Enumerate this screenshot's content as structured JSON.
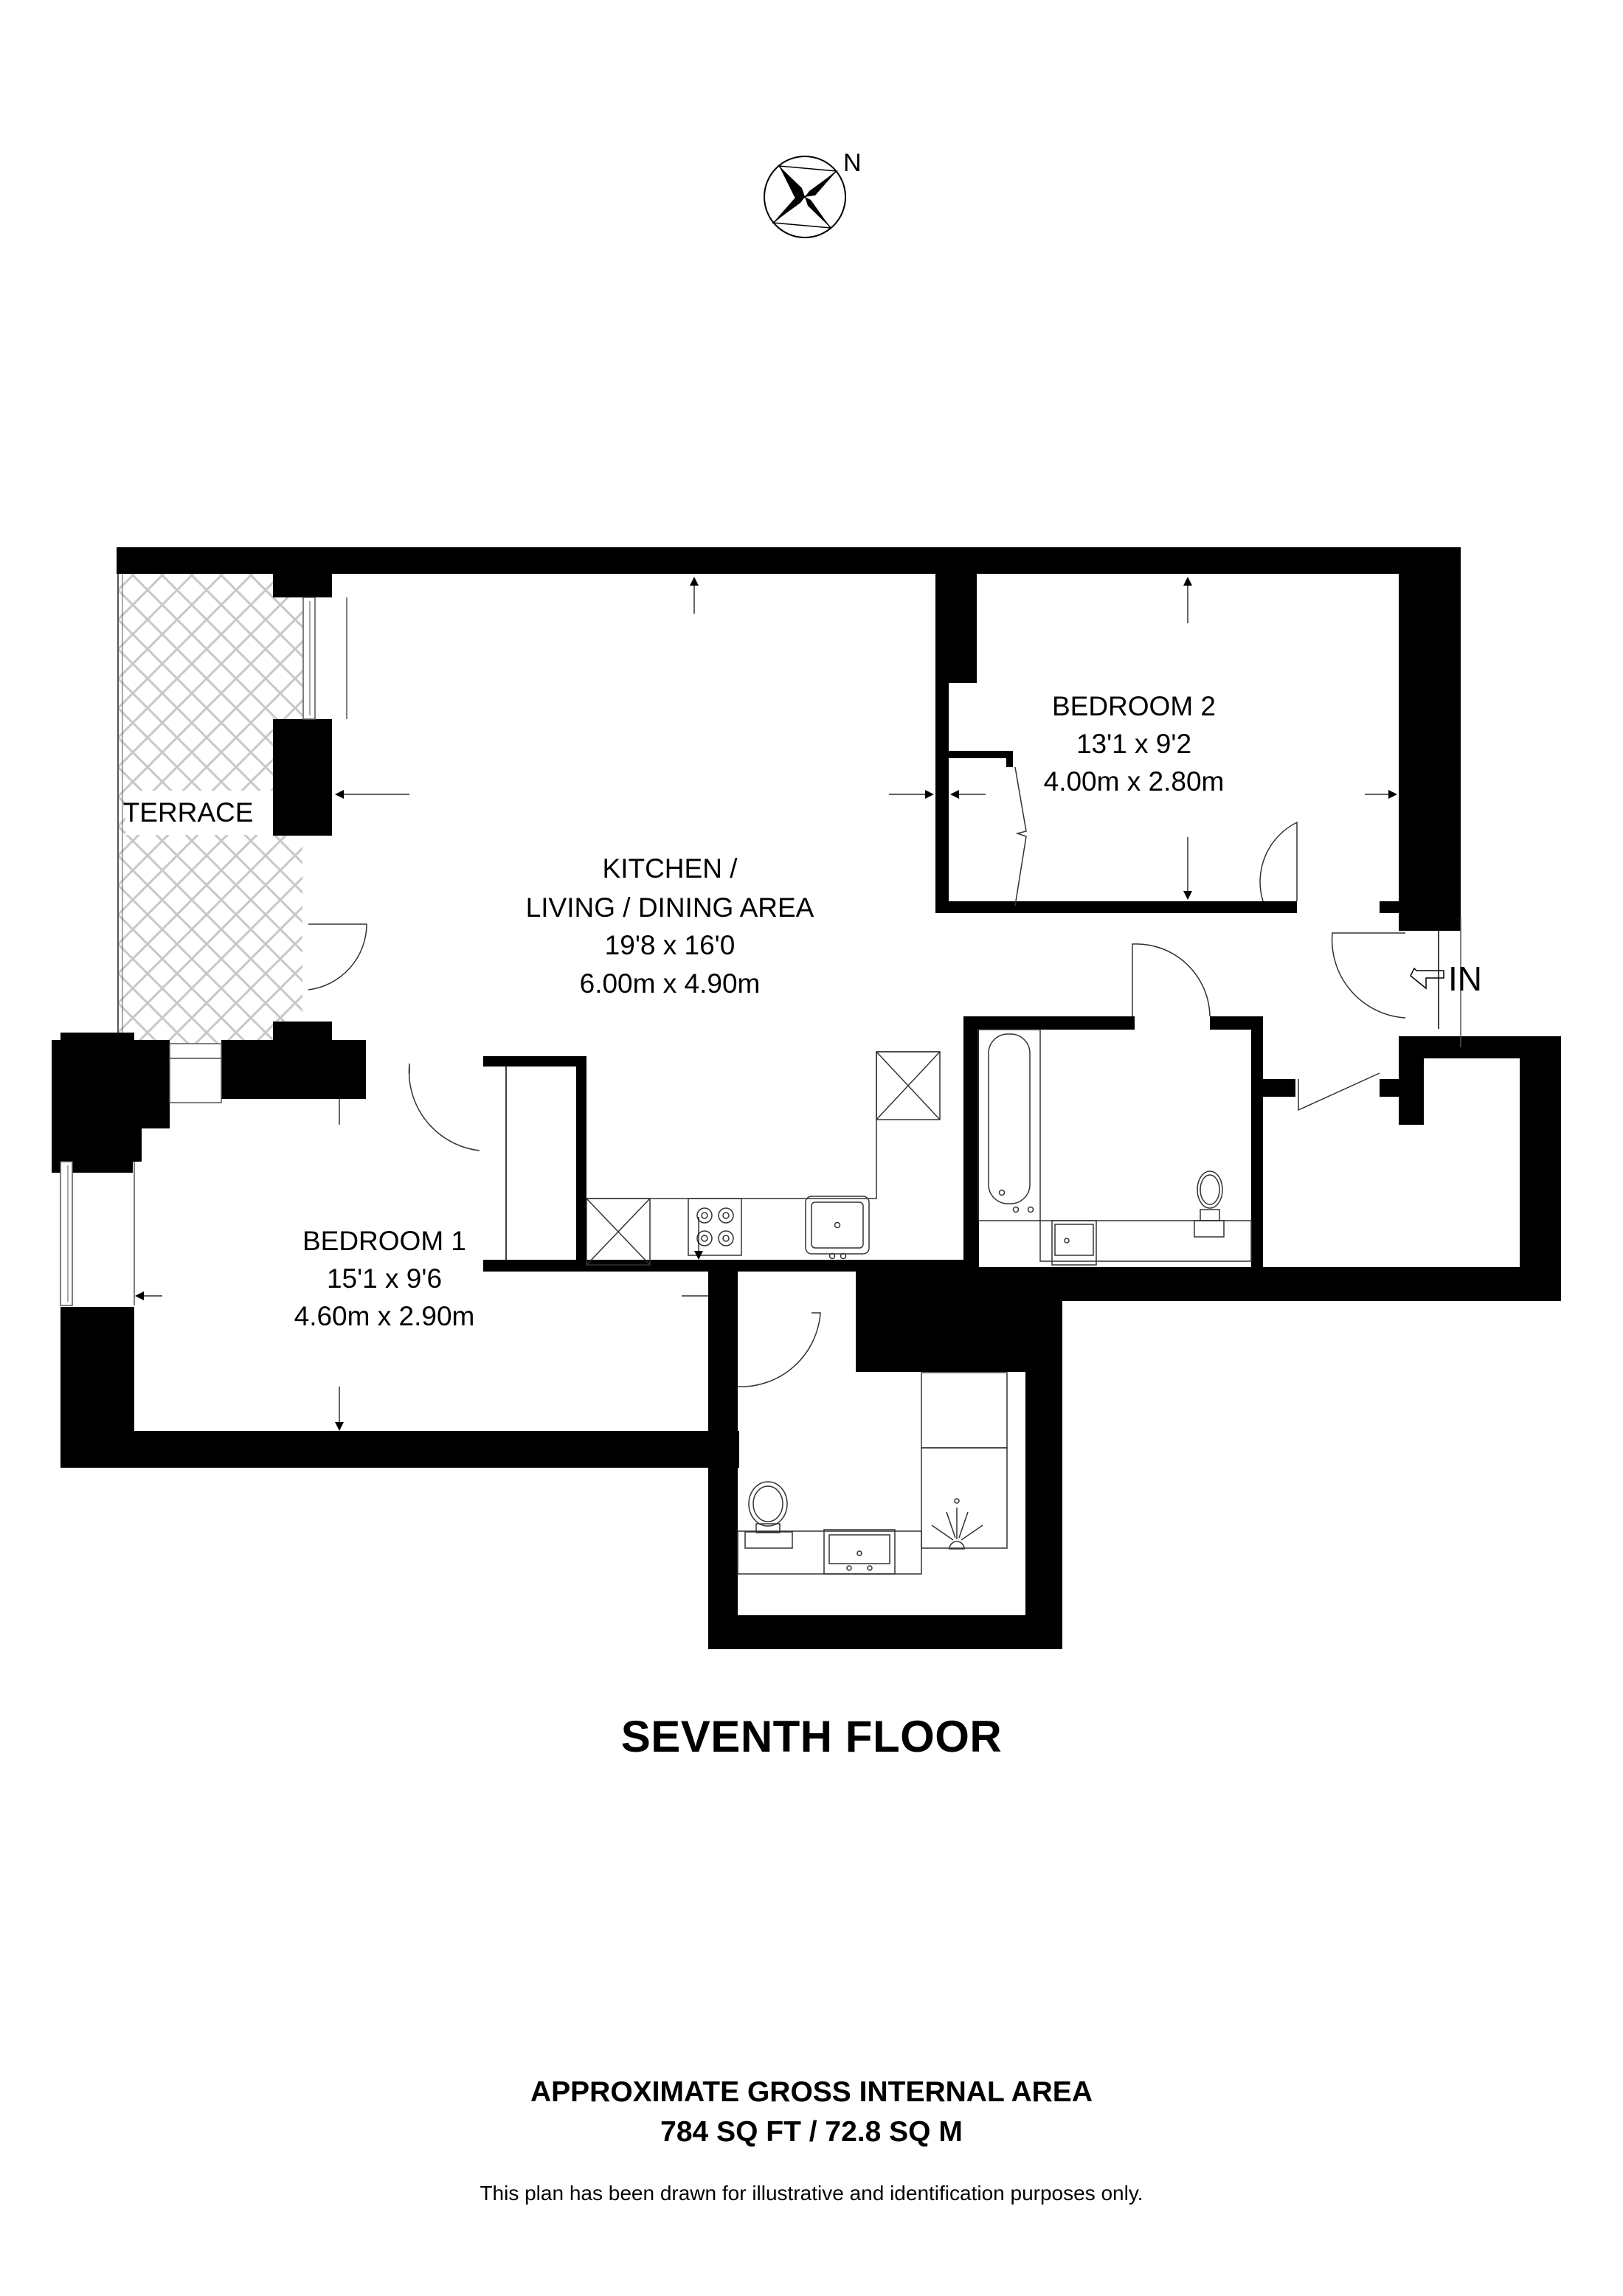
{
  "compass": {
    "icon": "compass-rose-icon",
    "label": "N"
  },
  "rooms": {
    "terrace": {
      "name": "TERRACE"
    },
    "kitchen": {
      "name_line1": "KITCHEN /",
      "name_line2": "LIVING / DINING AREA",
      "imperial": "19'8 x 16'0",
      "metric": "6.00m x 4.90m"
    },
    "bedroom2": {
      "name": "BEDROOM 2",
      "imperial": "13'1 x 9'2",
      "metric": "4.00m x 2.80m"
    },
    "bedroom1": {
      "name": "BEDROOM 1",
      "imperial": "15'1 x 9'6",
      "metric": "4.60m x 2.90m"
    }
  },
  "entrance": {
    "label": "IN",
    "icon": "entrance-arrow-icon"
  },
  "floor": {
    "title": "SEVENTH FLOOR"
  },
  "area": {
    "title": "APPROXIMATE GROSS INTERNAL AREA",
    "value": "784 SQ FT / 72.8 SQ M"
  },
  "disclaimer": "This plan has been drawn for illustrative and identification purposes only.",
  "colors": {
    "wall": "#000000",
    "background": "#ffffff",
    "terrace_hatch": "#c8c8c8"
  }
}
